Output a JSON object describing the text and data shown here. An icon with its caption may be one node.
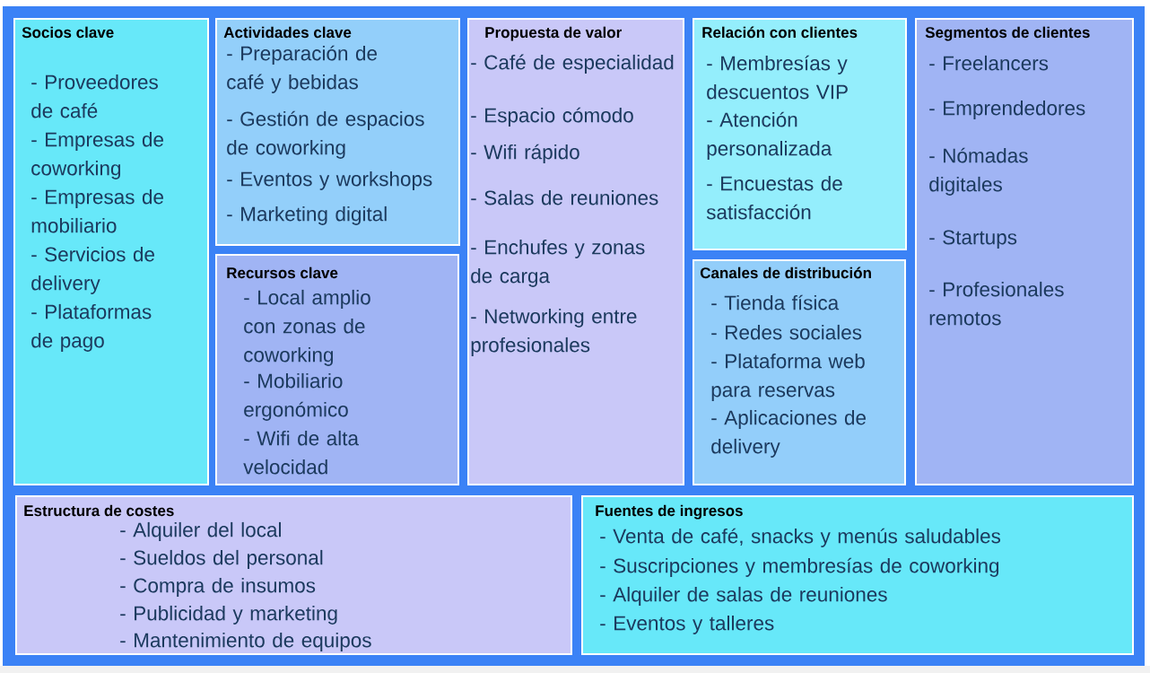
{
  "diagram": {
    "nodes": [
      {
        "text": [
          "Socios clave",
          "- Proveedores de café",
          "- Empresas de coworking",
          "- Empresas de mobiliario",
          "- Servicios de delivery",
          "- Plataformas de pago"
        ]
      },
      {
        "text": [
          "Actividades clave",
          "- Preparación de café y bebidas",
          "- Gestión de espacios de coworking",
          "- Eventos y workshops",
          "- Marketing digital"
        ]
      },
      {
        "text": [
          "Recursos clave",
          "- Local amplio con zonas de coworking",
          "- Mobiliario ergonómico",
          "- Wifi de alta velocidad"
        ]
      },
      {
        "text": [
          "Propuesta de valor",
          "- Café de especialidad",
          "- Espacio cómodo",
          "- Wifi rápido",
          "- Salas de reuniones",
          "- Enchufes y zonas de carga",
          "- Networking entre profesionales"
        ]
      },
      {
        "text": [
          "Relación con clientes",
          "- Membresías y descuentos VIP",
          "- Atención personalizada",
          "- Encuestas de satisfacción"
        ]
      },
      {
        "text": [
          "Canales de distribución",
          "- Tienda física",
          "- Redes sociales",
          "- Plataforma web para reservas",
          "- Aplicaciones de delivery"
        ]
      },
      {
        "text": [
          "Segmentos de clientes",
          "- Freelancers",
          "- Emprendedores",
          "- Nómadas digitales",
          "- Startups",
          "- Profesionales remotos"
        ]
      },
      {
        "text": [
          "Estructura de costes",
          "- Alquiler del local",
          "- Sueldos del personal",
          "- Compra de insumos",
          "- Publicidad y marketing",
          "- Mantenimiento de equipos"
        ]
      },
      {
        "text": [
          "Fuentes de ingresos",
          "- Venta de café, snacks y menús saludables",
          "- Suscripciones y membresías de coworking",
          "- Alquiler de salas de reuniones",
          "- Eventos y talleres"
        ]
      }
    ]
  }
}
